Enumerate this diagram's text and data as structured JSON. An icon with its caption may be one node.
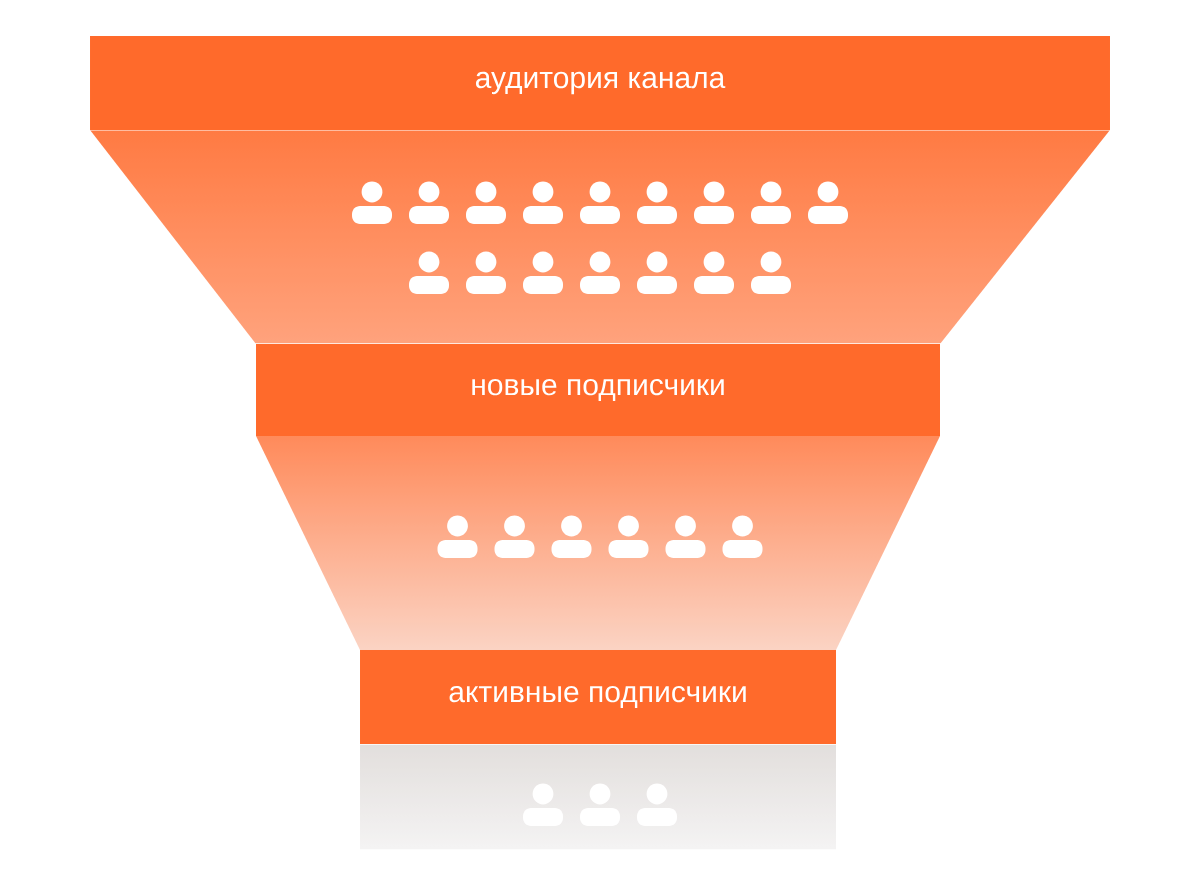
{
  "diagram": {
    "nodes": [
      {
        "text": [
          "аудитория канала"
        ]
      },
      {
        "text": [
          "новые подписчики"
        ]
      },
      {
        "text": [
          "активные подписчики"
        ]
      }
    ]
  }
}
